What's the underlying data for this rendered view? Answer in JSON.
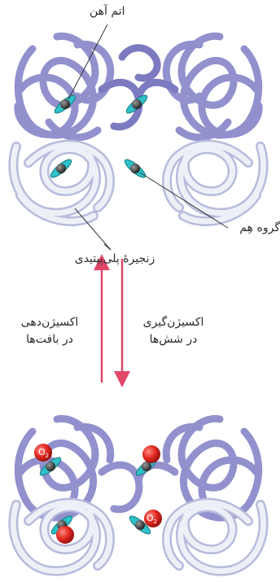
{
  "labels": {
    "iron_atom": "اتم آهن",
    "heme_group": "گروه هِم",
    "polypeptide_chain": "زنجیرهٔ پلی‌پپتیدی",
    "oxygenation_line1": "اکسیژن‌گیری",
    "oxygenation_line2": "در شش‌ها",
    "deoxygenation_line1": "اکسیژن‌دهی",
    "deoxygenation_line2": "در بافت‌ها",
    "oxygen_symbol": "O",
    "oxygen_subscript": "2"
  },
  "colors": {
    "purple_chain": "#8d8ccc",
    "purple_dark": "#6f6db3",
    "white_chain": "#e9ebf6",
    "white_outline": "#b7bbdc",
    "heme_teal": "#2ec1c9",
    "iron_dark": "#2d2d2d",
    "oxygen_red": "#e0261e",
    "arrow_pink": "#e0486a"
  }
}
